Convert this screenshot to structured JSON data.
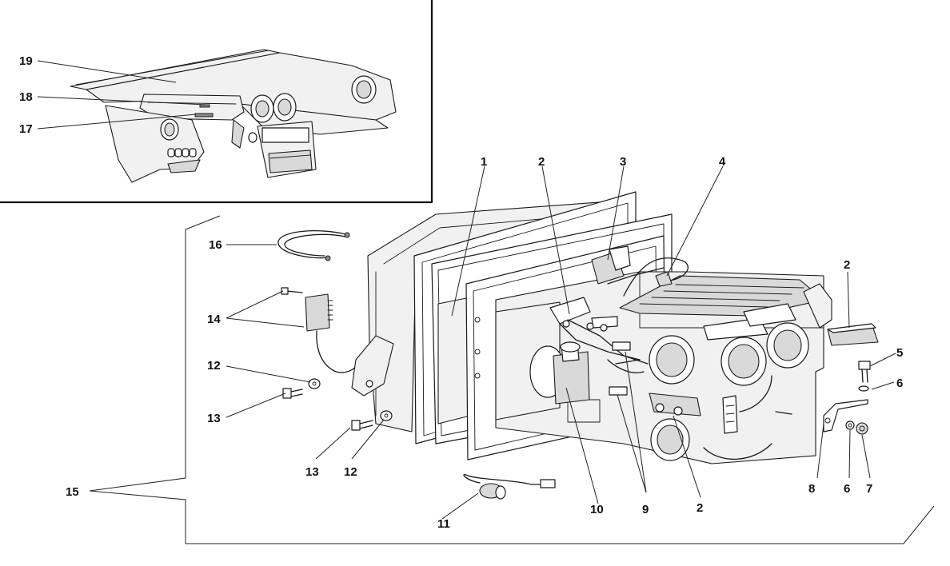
{
  "diagram": {
    "callouts": {
      "c1": "1",
      "c2a": "2",
      "c3": "3",
      "c4": "4",
      "c2b": "2",
      "c5": "5",
      "c6a": "6",
      "c16": "16",
      "c14": "14",
      "c12a": "12",
      "c13a": "13",
      "c13b": "13",
      "c12b": "12",
      "c15": "15",
      "c11": "11",
      "c10": "10",
      "c9": "9",
      "c2c": "2",
      "c8": "8",
      "c6b": "6",
      "c7": "7",
      "c19": "19",
      "c18": "18",
      "c17": "17"
    }
  }
}
